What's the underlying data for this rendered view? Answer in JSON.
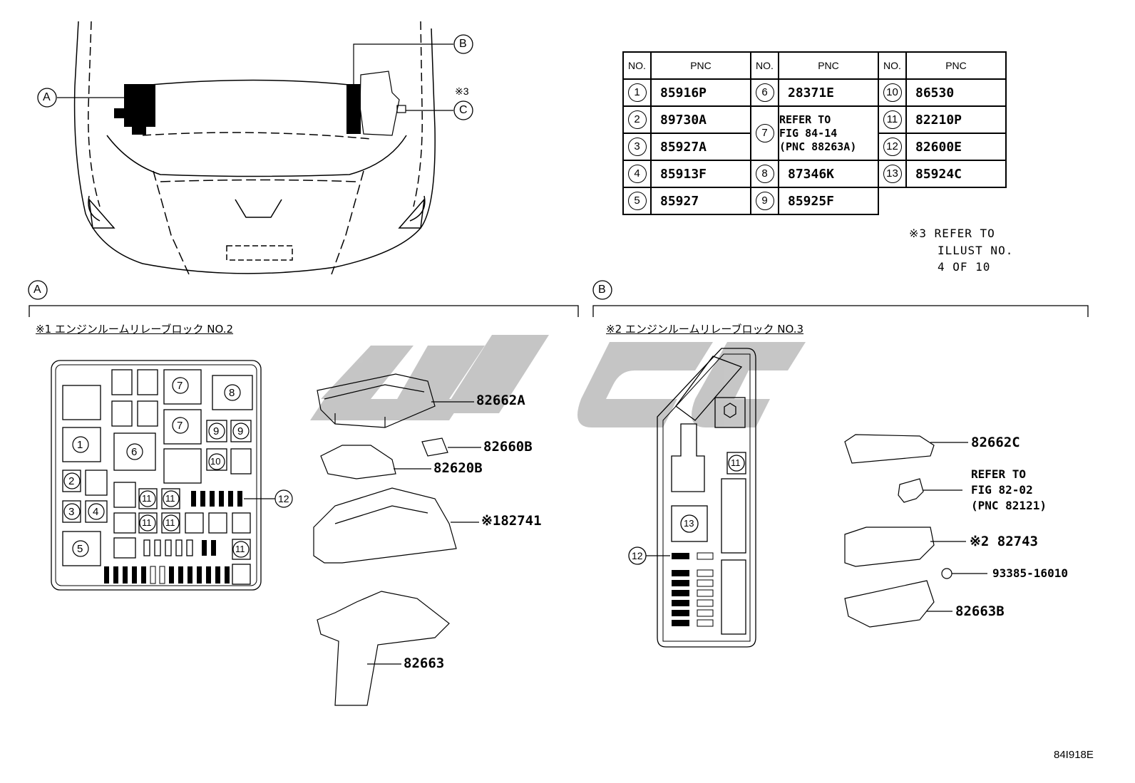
{
  "diagram": {
    "callouts": {
      "a": "A",
      "b": "B",
      "c": "C",
      "star3": "※3"
    },
    "table": {
      "headers": [
        "NO.",
        "PNC",
        "NO.",
        "PNC",
        "NO.",
        "PNC"
      ],
      "rows": [
        {
          "no": "1",
          "pnc": "85916P"
        },
        {
          "no": "2",
          "pnc": "89730A"
        },
        {
          "no": "3",
          "pnc": "85927A"
        },
        {
          "no": "4",
          "pnc": "85913F"
        },
        {
          "no": "5",
          "pnc": "85927"
        },
        {
          "no": "6",
          "pnc": "28371E"
        },
        {
          "no": "7",
          "pnc": "REFER TO\nFIG 84-14\n(PNC 88263A)"
        },
        {
          "no": "8",
          "pnc": "87346K"
        },
        {
          "no": "9",
          "pnc": "85925F"
        },
        {
          "no": "10",
          "pnc": "86530"
        },
        {
          "no": "11",
          "pnc": "82210P"
        },
        {
          "no": "12",
          "pnc": "82600E"
        },
        {
          "no": "13",
          "pnc": "85924C"
        }
      ]
    },
    "note3": [
      "※3 REFER TO",
      "ILLUST NO.",
      "4 OF 10"
    ],
    "section_a": {
      "letter": "A",
      "title": "※1 エンジンルームリレーブロック NO.2",
      "block_labels": [
        "7",
        "8",
        "7",
        "1",
        "6",
        "9",
        "9",
        "10",
        "2",
        "3",
        "4",
        "11",
        "11",
        "11",
        "11",
        "5",
        "11"
      ],
      "callout_12": "12",
      "parts": [
        "82662A",
        "82660B",
        "82620B",
        "※182741",
        "82663"
      ]
    },
    "section_b": {
      "letter": "B",
      "title": "※2 エンジンルームリレーブロック NO.3",
      "block_labels": [
        "11",
        "13"
      ],
      "callout_12": "12",
      "parts": [
        "82662C",
        "※2 82743",
        "93385-16010",
        "82663B"
      ],
      "refer": [
        "REFER TO",
        "FIG 82-02",
        "(PNC 82121)"
      ]
    },
    "figure_code": "84I918E"
  }
}
